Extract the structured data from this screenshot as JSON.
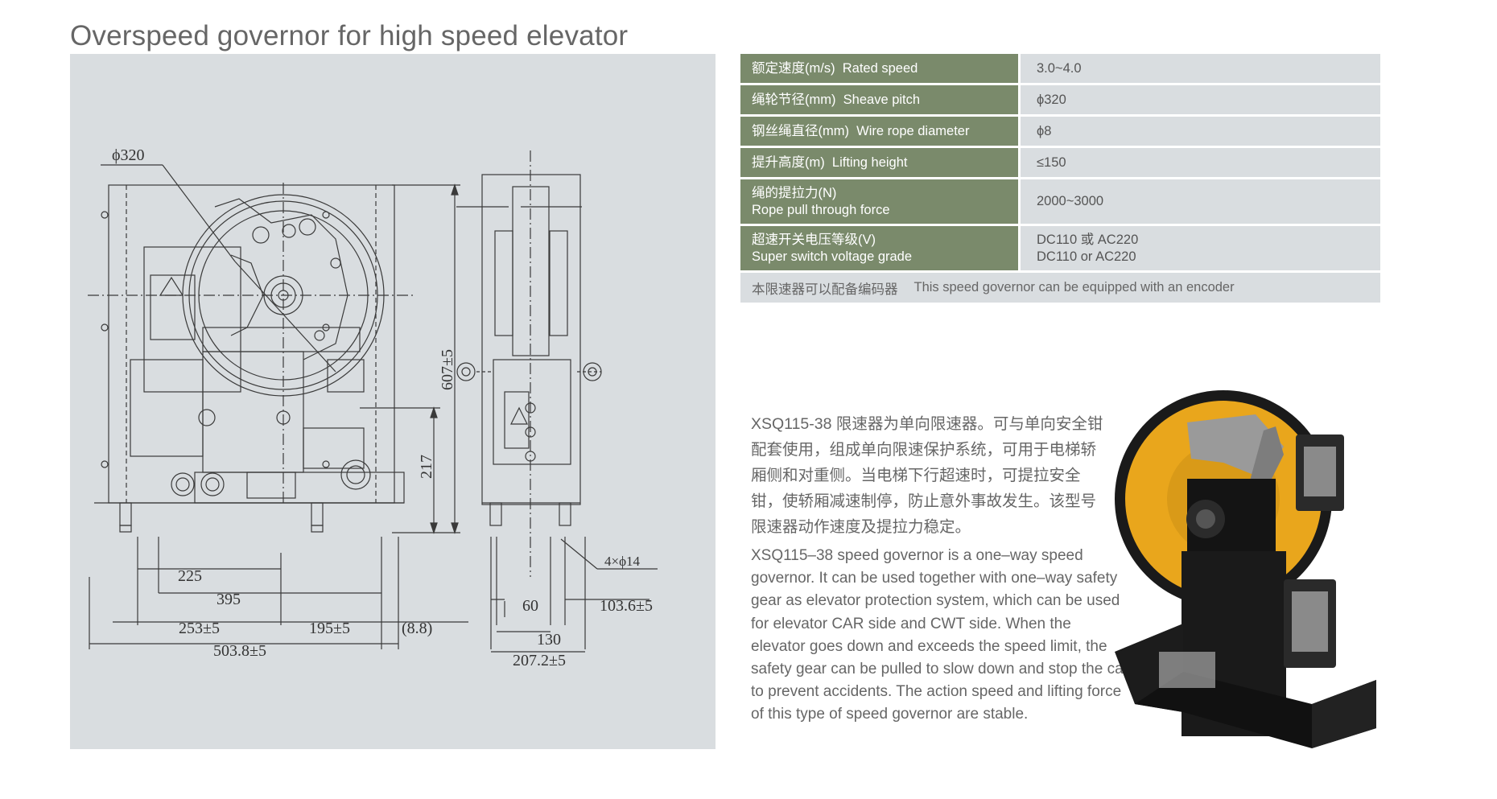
{
  "page": {
    "title": "Overspeed governor for high speed elevator"
  },
  "specs": [
    {
      "label_cn": "额定速度(m/s)",
      "label_en": "Rated speed",
      "value": "3.0~4.0"
    },
    {
      "label_cn": "绳轮节径(mm)",
      "label_en": "Sheave pitch",
      "value": "ϕ320"
    },
    {
      "label_cn": "钢丝绳直径(mm)",
      "label_en": "Wire rope diameter",
      "value": "ϕ8"
    },
    {
      "label_cn": "提升高度(m)",
      "label_en": "Lifting height",
      "value": "≤150"
    },
    {
      "label_cn": "绳的提拉力(N)",
      "label_en": "Rope pull through force",
      "value": "2000~3000"
    },
    {
      "label_cn": "超速开关电压等级(V)",
      "label_en": "Super switch voltage grade",
      "value": "DC110 或 AC220",
      "value2": "DC110 or AC220"
    }
  ],
  "note": {
    "cn": "本限速器可以配备编码器",
    "en": "This speed governor can be equipped with an encoder"
  },
  "description": {
    "cn": "XSQ115-38 限速器为单向限速器。可与单向安全钳配套使用，组成单向限速保护系统，可用于电梯轿厢侧和对重侧。当电梯下行超速时，可提拉安全钳，使轿厢减速制停，防止意外事故发生。该型号限速器动作速度及提拉力稳定。",
    "en": "XSQ115–38 speed governor is a one–way speed governor. It can be used together with one–way safety gear as elevator protection system, which can be used for elevator CAR side and CWT side. When the elevator goes down and exceeds the speed limit, the safety gear can be pulled to slow down and stop the car to prevent accidents. The action speed and lifting force of this type of speed governor are stable."
  },
  "drawing": {
    "dims": {
      "sheave": "ϕ320",
      "height": "607±5",
      "h217": "217",
      "d225": "225",
      "d395": "395",
      "d253": "253±5",
      "d195": "195±5",
      "d88": "(8.8)",
      "d503": "503.8±5",
      "holes": "4×ϕ14",
      "d60": "60",
      "d103": "103.6±5",
      "d130": "130",
      "d207": "207.2±5"
    }
  },
  "colors": {
    "label_bg": "#7a8a6b",
    "value_bg": "#d9dde0",
    "panel_bg": "#d9dde0",
    "wheel": "#f0b020"
  }
}
